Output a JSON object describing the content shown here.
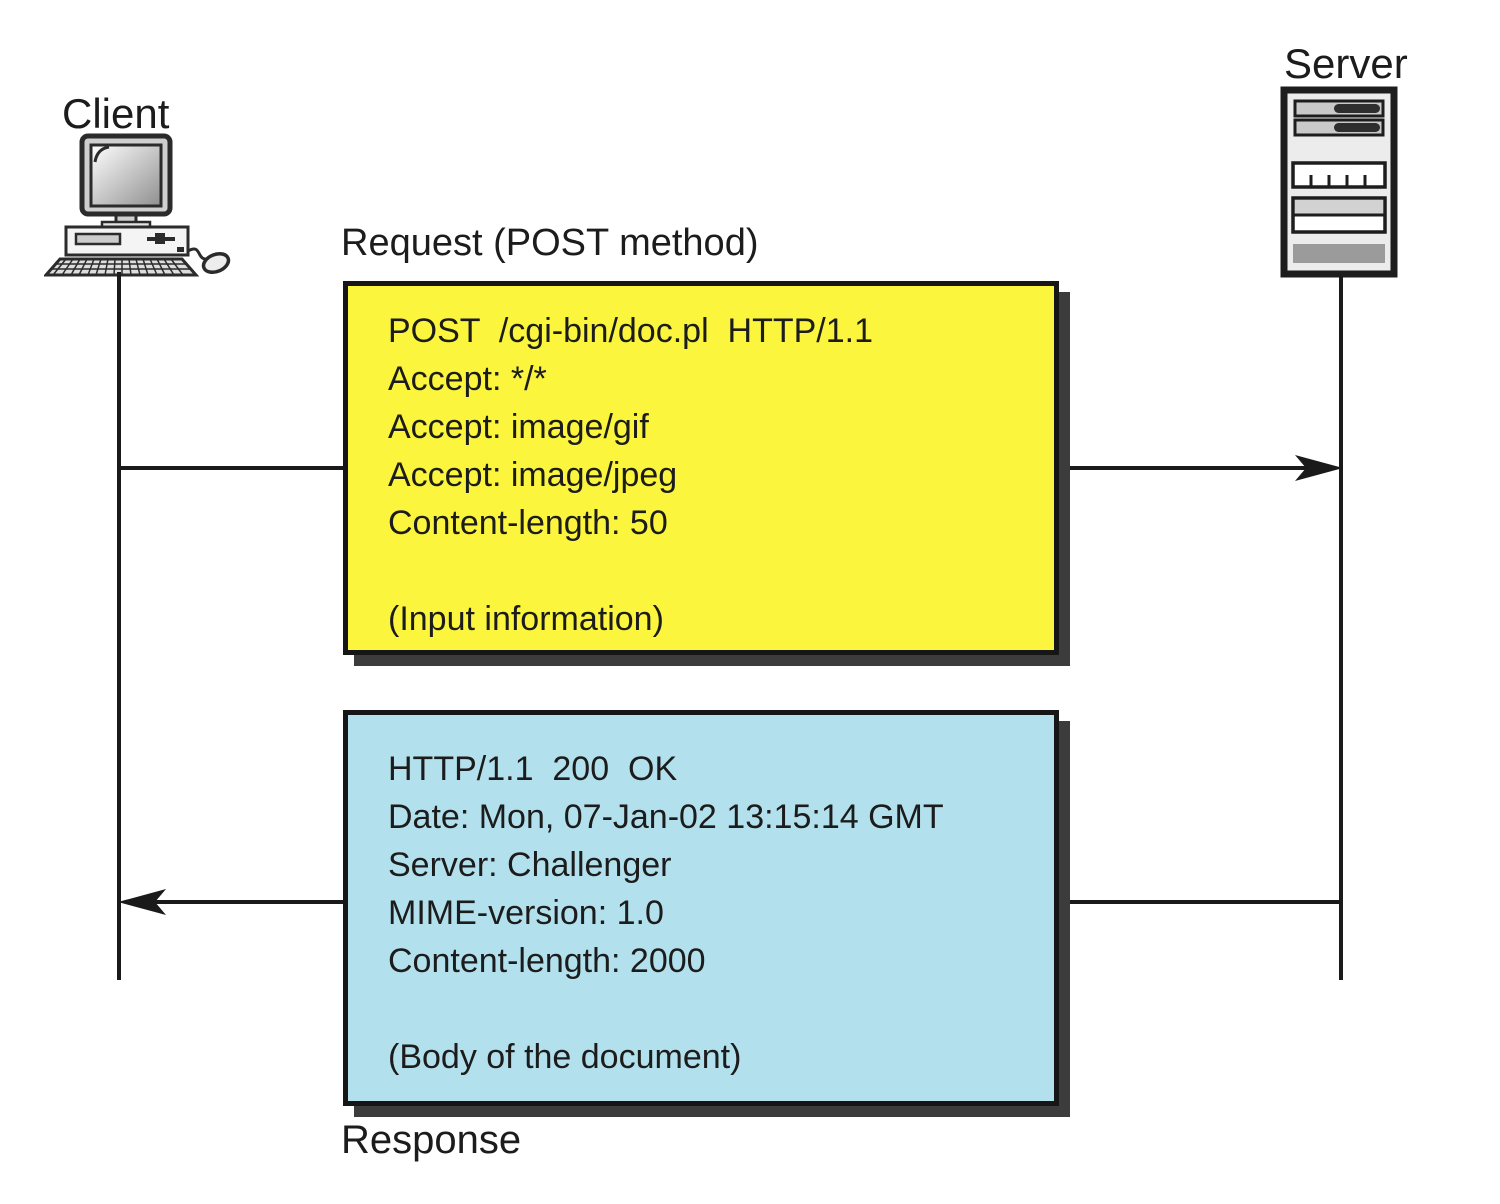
{
  "diagram": {
    "client": {
      "label": "Client"
    },
    "server": {
      "label": "Server"
    },
    "request": {
      "title": "Request (POST method)",
      "lines": [
        "POST  /cgi-bin/doc.pl  HTTP/1.1",
        "Accept: */*",
        "Accept: image/gif",
        "Accept: image/jpeg",
        "Content-length: 50",
        "",
        "(Input information)"
      ]
    },
    "response": {
      "label": "Response",
      "lines": [
        "HTTP/1.1  200  OK",
        "Date: Mon, 07-Jan-02 13:15:14 GMT",
        "Server: Challenger",
        "MIME-version: 1.0",
        "Content-length: 2000",
        "",
        "(Body of the document)"
      ]
    },
    "colors": {
      "request_box_fill": "#FBF53D",
      "response_box_fill": "#B2E0EC",
      "line": "#1a1a1a",
      "shadow": "#3c3c3c"
    }
  }
}
